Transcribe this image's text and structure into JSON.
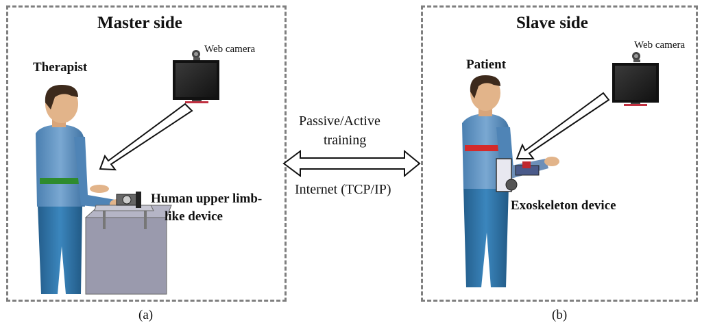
{
  "master": {
    "title": "Master side",
    "person_label": "Therapist",
    "camera_label": "Web camera",
    "device_label_1": "Human upper limb-",
    "device_label_2": "like device",
    "caption": "(a)"
  },
  "slave": {
    "title": "Slave side",
    "person_label": "Patient",
    "camera_label": "Web camera",
    "device_label": "Exoskeleton device",
    "caption": "(b)"
  },
  "link": {
    "mode_line_1": "Passive/Active",
    "mode_line_2": "training",
    "protocol": "Internet  (TCP/IP)"
  },
  "colors": {
    "shirt": "#5b8fbf",
    "pants": "#2f6f9f",
    "skin": "#e2b48a",
    "hair": "#3d2a1c",
    "green_band": "#2e8b2e",
    "red_band": "#d42a2a",
    "table": "#9a9aad",
    "monitor": "#1c1c1c",
    "dash": "#7f7f7f"
  }
}
